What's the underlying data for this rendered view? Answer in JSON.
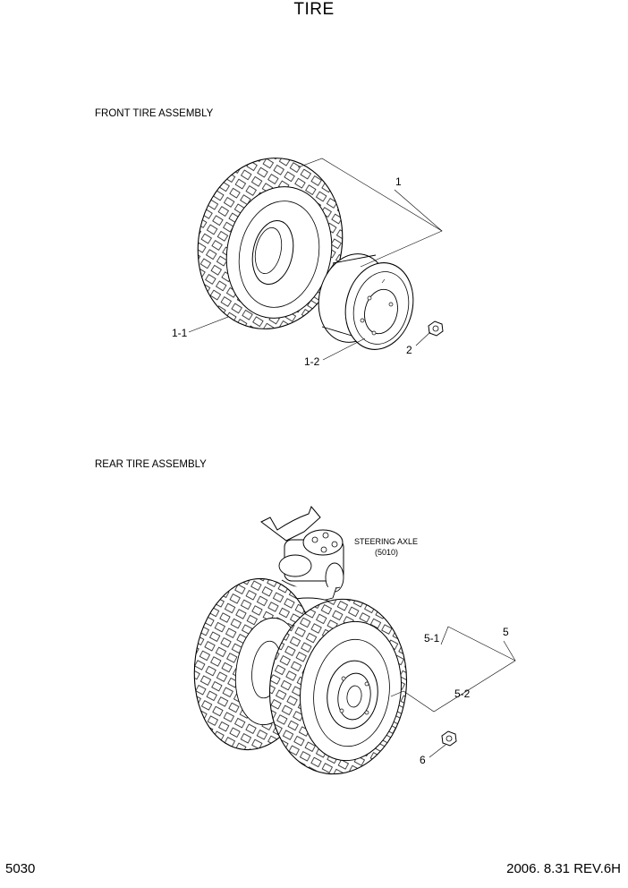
{
  "header": {
    "title": "TIRE"
  },
  "sections": {
    "front": {
      "title": "FRONT TIRE ASSEMBLY"
    },
    "rear": {
      "title": "REAR TIRE ASSEMBLY"
    }
  },
  "callouts": {
    "front_assembly": "1",
    "front_tire": "1-1",
    "front_rim": "1-2",
    "front_nut": "2",
    "rear_assembly": "5",
    "rear_tire": "5-1",
    "rear_rim": "5-2",
    "rear_nut": "6"
  },
  "reference": {
    "name": "STEERING AXLE",
    "code": "(5010)"
  },
  "footer": {
    "page_number": "5030",
    "revision": "2006. 8.31 REV.6H"
  }
}
